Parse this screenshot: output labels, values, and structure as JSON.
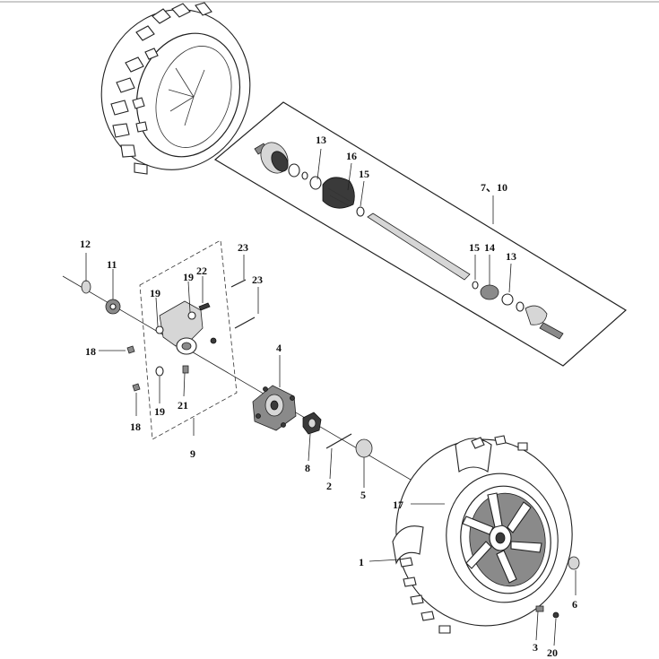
{
  "callouts": [
    {
      "id": "c12",
      "text": "12"
    },
    {
      "id": "c11",
      "text": "11"
    },
    {
      "id": "c19a",
      "text": "19"
    },
    {
      "id": "c19b",
      "text": "19"
    },
    {
      "id": "c19c",
      "text": "19"
    },
    {
      "id": "c22",
      "text": "22"
    },
    {
      "id": "c23a",
      "text": "23"
    },
    {
      "id": "c23b",
      "text": "23"
    },
    {
      "id": "c18a",
      "text": "18"
    },
    {
      "id": "c18b",
      "text": "18"
    },
    {
      "id": "c21",
      "text": "21"
    },
    {
      "id": "c9",
      "text": "9"
    },
    {
      "id": "c4",
      "text": "4"
    },
    {
      "id": "c8",
      "text": "8"
    },
    {
      "id": "c2",
      "text": "2"
    },
    {
      "id": "c5",
      "text": "5"
    },
    {
      "id": "c17",
      "text": "17"
    },
    {
      "id": "c1",
      "text": "1"
    },
    {
      "id": "c6",
      "text": "6"
    },
    {
      "id": "c3",
      "text": "3"
    },
    {
      "id": "c20",
      "text": "20"
    },
    {
      "id": "c13a",
      "text": "13"
    },
    {
      "id": "c16",
      "text": "16"
    },
    {
      "id": "c15a",
      "text": "15"
    },
    {
      "id": "c7_10",
      "text": "7、10"
    },
    {
      "id": "c15b",
      "text": "15"
    },
    {
      "id": "c14",
      "text": "14"
    },
    {
      "id": "c13b",
      "text": "13"
    }
  ]
}
